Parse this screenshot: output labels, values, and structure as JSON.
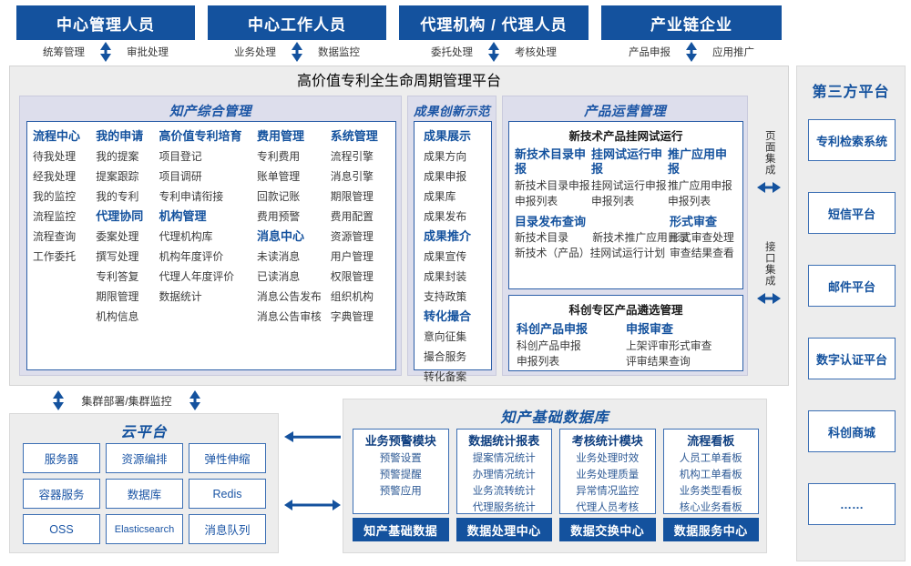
{
  "roles": [
    {
      "title": "中心管理人员",
      "left_label": "统筹管理",
      "right_label": "审批处理"
    },
    {
      "title": "中心工作人员",
      "left_label": "业务处理",
      "right_label": "数据监控"
    },
    {
      "title": "代理机构 / 代理人员",
      "left_label": "委托处理",
      "right_label": "考核处理"
    },
    {
      "title": "产业链企业",
      "left_label": "产品申报",
      "right_label": "应用推广"
    }
  ],
  "platform": {
    "title": "高价值专利全生命周期管理平台",
    "sections": {
      "ip_mgmt": {
        "title": "知产综合管理",
        "columns": [
          {
            "groups": [
              {
                "head": "流程中心",
                "items": [
                  "待我处理",
                  "经我处理",
                  "我的监控",
                  "流程监控",
                  "流程查询",
                  "工作委托"
                ]
              }
            ]
          },
          {
            "groups": [
              {
                "head": "我的申请",
                "items": [
                  "我的提案",
                  "提案跟踪",
                  "我的专利"
                ]
              },
              {
                "head": "代理协同",
                "items": [
                  "委案处理",
                  "撰写处理",
                  "专利答复",
                  "期限管理",
                  "机构信息"
                ]
              }
            ]
          },
          {
            "groups": [
              {
                "head": "高价值专利培育",
                "items": [
                  "项目登记",
                  "项目调研",
                  "专利申请衔接"
                ]
              },
              {
                "head": "机构管理",
                "items": [
                  "代理机构库",
                  "机构年度评价",
                  "代理人年度评价",
                  "数据统计"
                ]
              }
            ]
          },
          {
            "groups": [
              {
                "head": "费用管理",
                "items": [
                  "专利费用",
                  "账单管理",
                  "回款记账",
                  "费用预警"
                ]
              },
              {
                "head": "消息中心",
                "items": [
                  "未读消息",
                  "已读消息",
                  "消息公告发布",
                  "消息公告审核"
                ]
              }
            ]
          },
          {
            "groups": [
              {
                "head": "系统管理",
                "items": [
                  "流程引擎",
                  "消息引擎",
                  "期限管理",
                  "费用配置",
                  "资源管理",
                  "用户管理",
                  "权限管理",
                  "组织机构",
                  "字典管理"
                ]
              }
            ]
          }
        ]
      },
      "achievement": {
        "title": "成果创新示范",
        "groups": [
          {
            "head": "成果展示",
            "items": [
              "成果方向",
              "成果申报",
              "成果库",
              "成果发布"
            ]
          },
          {
            "head": "成果推介",
            "items": [
              "成果宣传",
              "成果封装",
              "支持政策"
            ]
          },
          {
            "head": "转化撮合",
            "items": [
              "意向征集",
              "撮合服务",
              "转化备案"
            ]
          }
        ]
      },
      "product_ops": {
        "title": "产品运营管理",
        "cards": [
          {
            "title": "新技术产品挂网试运行",
            "row1": [
              {
                "head": "新技术目录申报",
                "items": [
                  "新技术目录申报",
                  "申报列表"
                ]
              },
              {
                "head": "挂网试运行申报",
                "items": [
                  "挂网试运行申报",
                  "申报列表"
                ]
              },
              {
                "head": "推广应用申报",
                "items": [
                  "推广应用申报",
                  "申报列表"
                ]
              }
            ],
            "row2": [
              {
                "head": "目录发布查询",
                "items": [
                  "新技术目录        新技术推广应用目录",
                  "新技术（产品）挂网试运行计划"
                ]
              },
              {
                "head": "形式审查",
                "items": [
                  "形式审查处理",
                  "审查结果查看"
                ]
              }
            ]
          },
          {
            "title": "科创专区产品遴选管理",
            "row1": [
              {
                "head": "科创产品申报",
                "items": [
                  "科创产品申报",
                  "申报列表"
                ]
              },
              {
                "head": "申报审查",
                "items": [
                  "上架评审形式审查",
                  "评审结果查询"
                ]
              }
            ]
          }
        ]
      }
    }
  },
  "integration": {
    "page_label": "页面集成",
    "api_label": "接口集成"
  },
  "third_party": {
    "title": "第三方平台",
    "items": [
      "专利检索系统",
      "短信平台",
      "邮件平台",
      "数字认证平台",
      "科创商城",
      "……"
    ]
  },
  "cluster": {
    "label": "集群部署/集群监控"
  },
  "cloud": {
    "title": "云平台",
    "tiles": [
      "服务器",
      "资源编排",
      "弹性伸缩",
      "容器服务",
      "数据库",
      "Redis",
      "OSS",
      "Elasticsearch",
      "消息队列"
    ]
  },
  "database": {
    "title": "知产基础数据库",
    "cards": [
      {
        "head": "业务预警模块",
        "items": [
          "预警设置",
          "预警提醒",
          "预警应用"
        ],
        "foot": "知产基础数据"
      },
      {
        "head": "数据统计报表",
        "items": [
          "提案情况统计",
          "办理情况统计",
          "业务流转统计",
          "代理服务统计"
        ],
        "foot": "数据处理中心"
      },
      {
        "head": "考核统计模块",
        "items": [
          "业务处理时效",
          "业务处理质量",
          "异常情况监控",
          "代理人员考核"
        ],
        "foot": "数据交换中心"
      },
      {
        "head": "流程看板",
        "items": [
          "人员工单看板",
          "机构工单看板",
          "业务类型看板",
          "核心业务看板"
        ],
        "foot": "数据服务中心"
      }
    ]
  },
  "colors": {
    "header_blue": "#14529E",
    "panel_gray": "#EDEDED",
    "section_lavender": "#DDDEEC",
    "border_blue": "#3C6FB4"
  }
}
